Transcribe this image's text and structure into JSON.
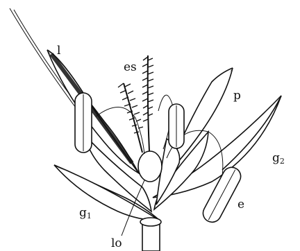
{
  "labels": {
    "l": "l",
    "es": "es",
    "p": "p",
    "g1_base": "g",
    "g1_sub": "1",
    "g2_base": "g",
    "g2_sub": "2",
    "e": "e",
    "lo": "lo"
  }
}
